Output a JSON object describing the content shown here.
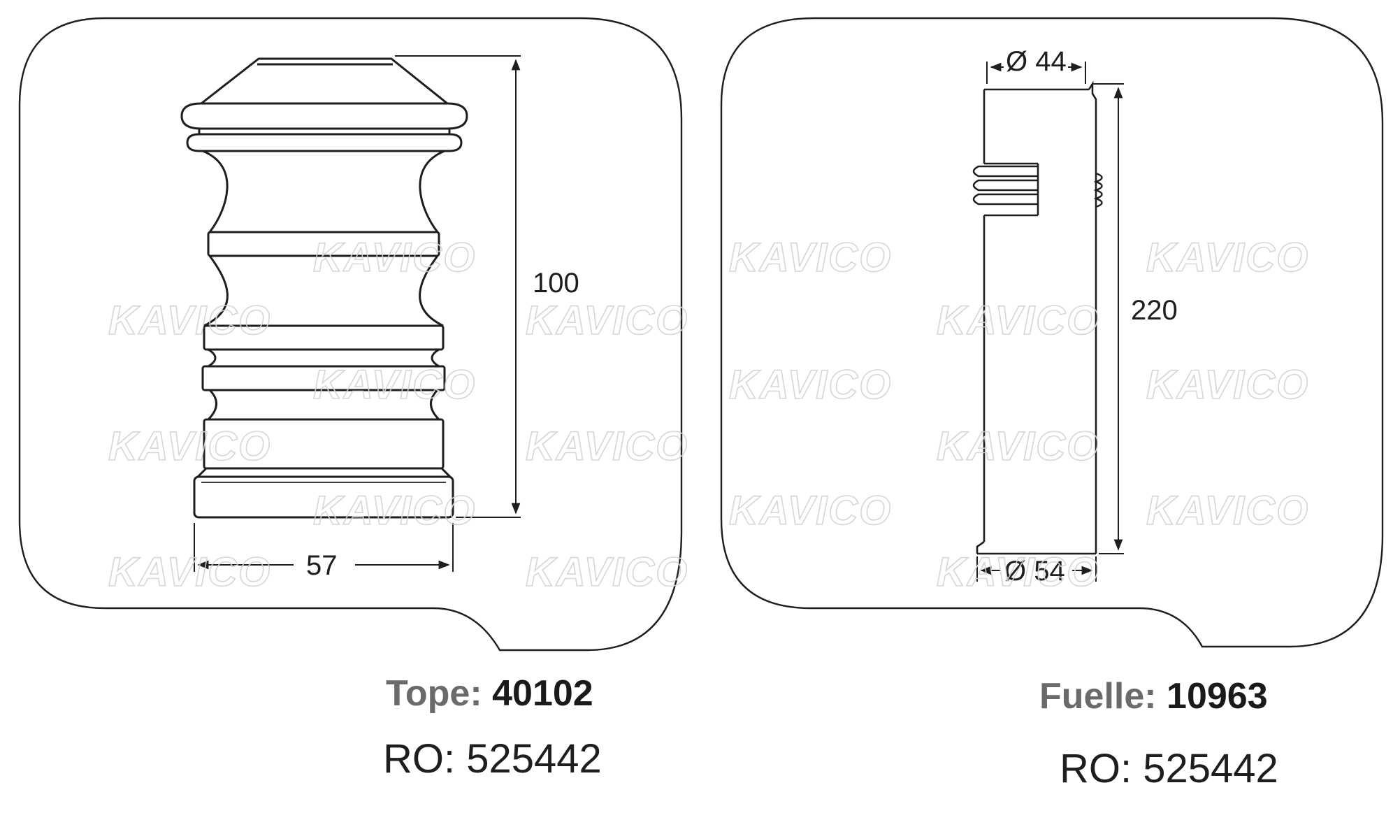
{
  "watermark": "KAVICO",
  "panels": [
    {
      "id": "tope",
      "height_dim": "100",
      "width_dim": "57",
      "caption_label": "Tope:",
      "caption_number": "40102",
      "ro_label": "RO:",
      "ro_number": "525442"
    },
    {
      "id": "fuelle",
      "top_dim": "Ø 44",
      "height_dim": "220",
      "bottom_dim": "Ø 54",
      "caption_label": "Fuelle:",
      "caption_number": "10963",
      "ro_label": "RO:",
      "ro_number": "525442"
    }
  ],
  "colors": {
    "line": "#1e1e1e",
    "label_grey": "#6a6a6a",
    "watermark": "#d4d4d4"
  }
}
